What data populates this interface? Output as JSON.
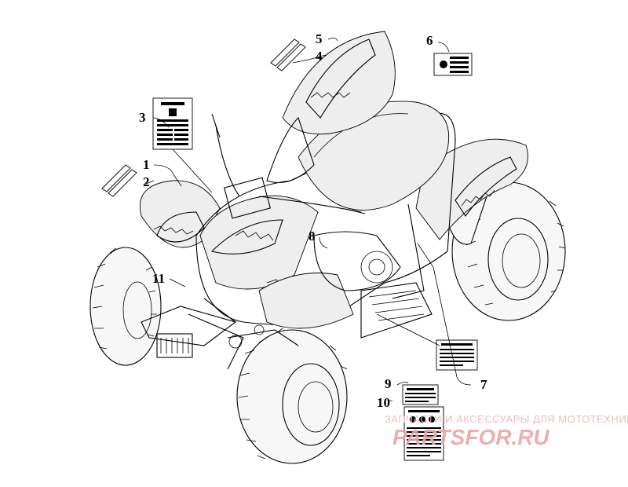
{
  "callouts": [
    {
      "id": "c1",
      "label": "1"
    },
    {
      "id": "c2",
      "label": "2"
    },
    {
      "id": "c3",
      "label": "3"
    },
    {
      "id": "c4",
      "label": "4"
    },
    {
      "id": "c5",
      "label": "5"
    },
    {
      "id": "c6",
      "label": "6"
    },
    {
      "id": "c7",
      "label": "7"
    },
    {
      "id": "c8",
      "label": "8"
    },
    {
      "id": "c9",
      "label": "9"
    },
    {
      "id": "c10",
      "label": "10"
    },
    {
      "id": "c11",
      "label": "11"
    }
  ],
  "watermark": {
    "top_line": "ЗАПЧАСТИ И АКСЕССУАРЫ ДЛЯ МОТОТЕХНИКИ",
    "brand": "PARTSFOR.RU",
    "color": "#e8a8a8"
  }
}
